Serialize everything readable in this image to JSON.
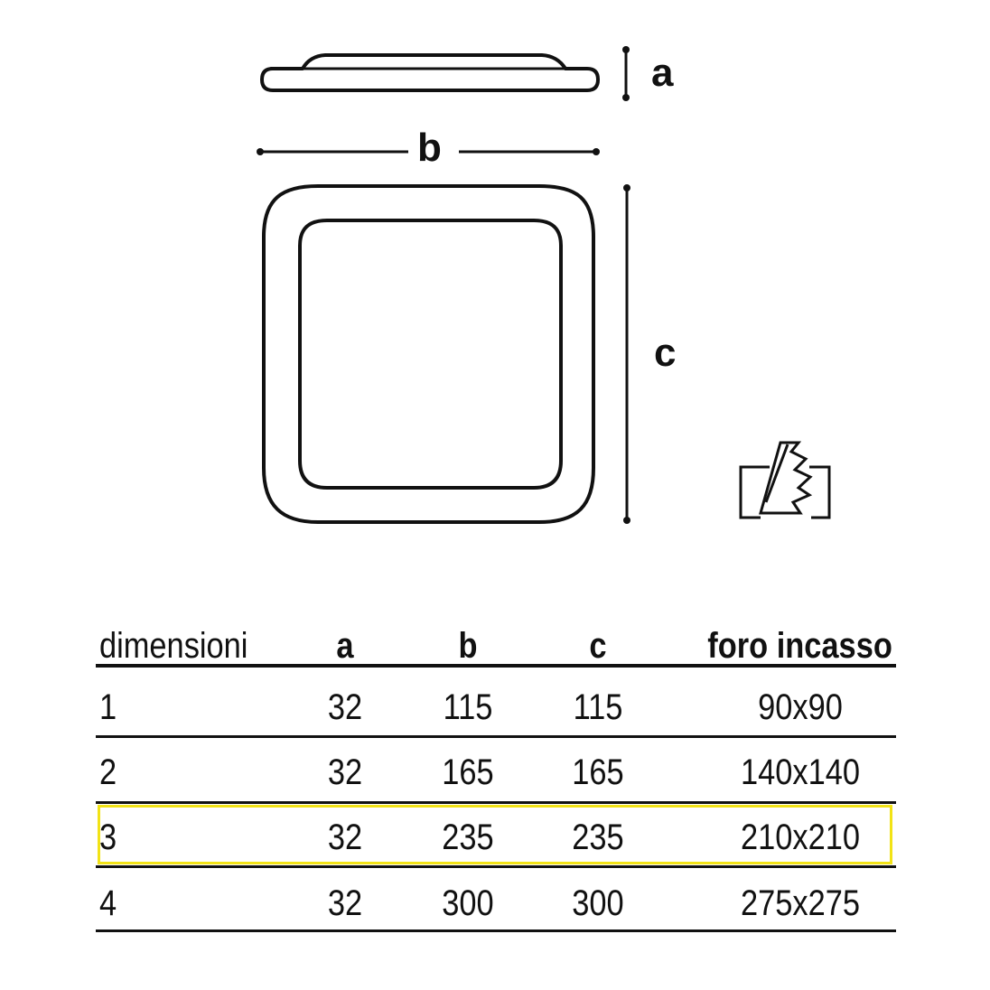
{
  "drawing": {
    "labels": {
      "a": "a",
      "b": "b",
      "c": "c"
    }
  },
  "table": {
    "headers": [
      "dimensioni",
      "a",
      "b",
      "c",
      "foro incasso"
    ],
    "rows": [
      [
        "1",
        "32",
        "115",
        "115",
        "90x90"
      ],
      [
        "2",
        "32",
        "165",
        "165",
        "140x140"
      ],
      [
        "3",
        "32",
        "235",
        "235",
        "210x210"
      ],
      [
        "4",
        "32",
        "300",
        "300",
        "275x275"
      ]
    ],
    "highlighted_row": 3,
    "highlight_color": "#f2e316"
  },
  "icons": [
    "recessed-mount-icon"
  ]
}
